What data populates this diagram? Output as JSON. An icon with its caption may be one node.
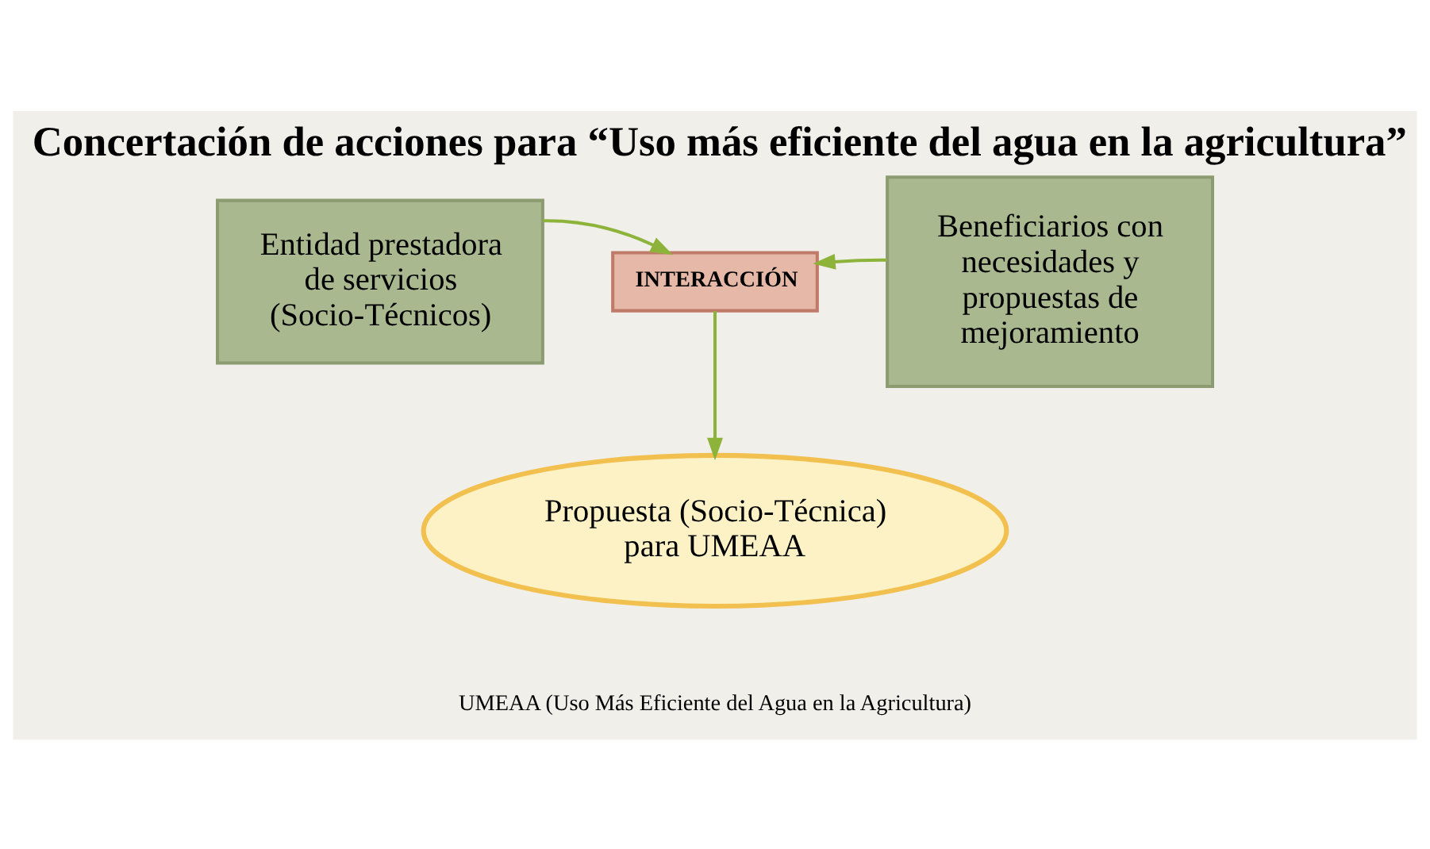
{
  "diagram": {
    "title": "Concertación de acciones para “Uso más eficiente del agua en la agricultura”",
    "caption": "UMEAA (Uso Más Eficiente del Agua en la Agricultura)",
    "nodes": [
      {
        "text": [
          "Entidad prestadora de servicios (Socio-Técnicos)"
        ]
      },
      {
        "text": [
          "INTERACCIÓN"
        ]
      },
      {
        "text": [
          "Beneficiarios con necesidades y propuestas de mejoramiento"
        ]
      },
      {
        "text": [
          "Propuesta (Socio-Técnica) para UMEAA"
        ]
      }
    ],
    "edges": [
      {
        "from": 0,
        "to": 1,
        "arrow": "to"
      },
      {
        "from": 2,
        "to": 1,
        "arrow": "to"
      },
      {
        "from": 1,
        "to": 3,
        "arrow": "to"
      }
    ]
  }
}
